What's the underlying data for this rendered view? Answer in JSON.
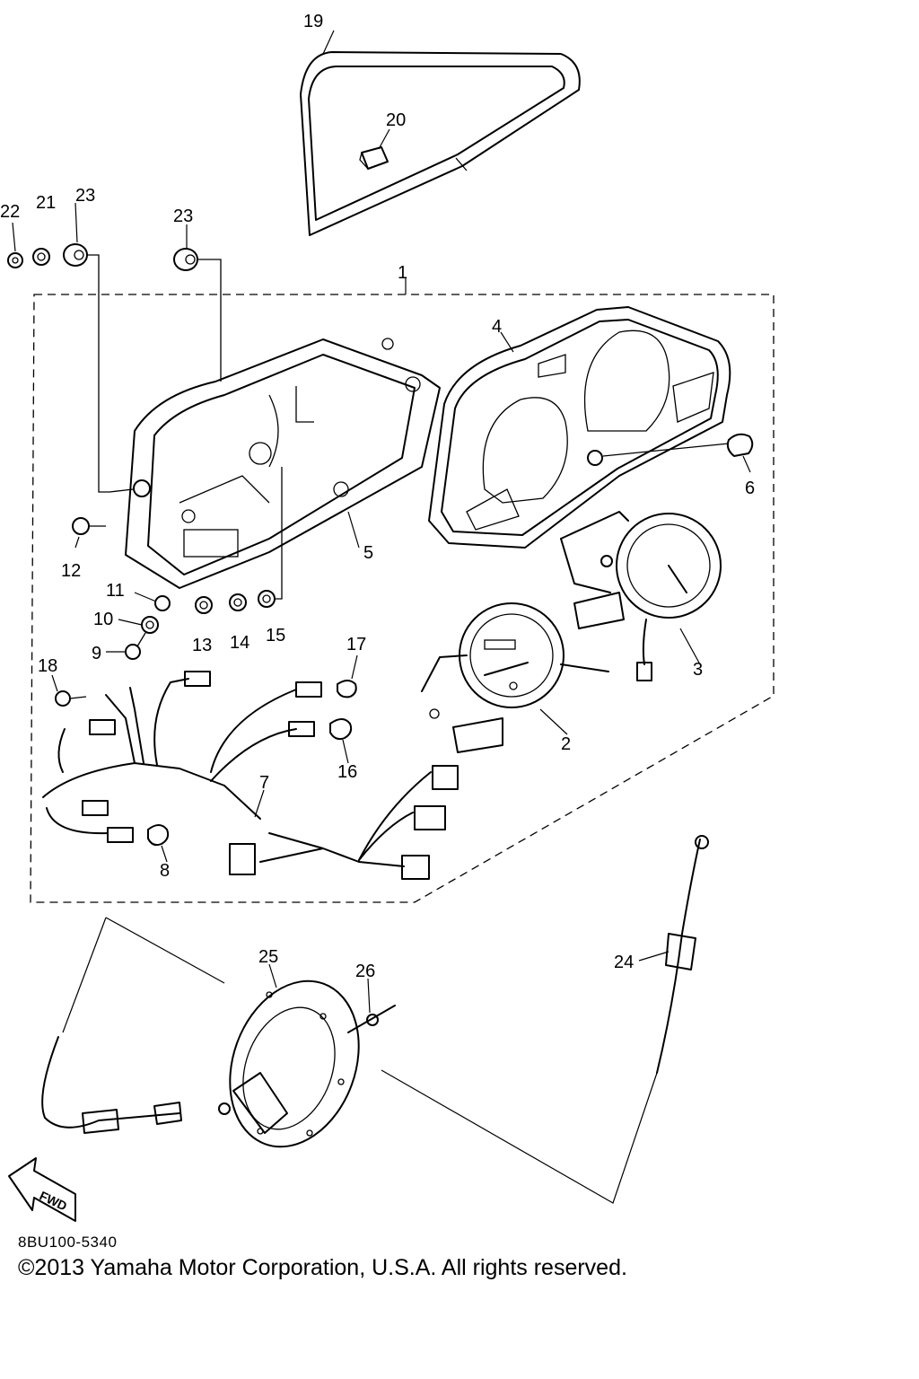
{
  "callouts": [
    {
      "id": "1",
      "label": "1"
    },
    {
      "id": "2",
      "label": "2"
    },
    {
      "id": "3",
      "label": "3"
    },
    {
      "id": "4",
      "label": "4"
    },
    {
      "id": "5",
      "label": "5"
    },
    {
      "id": "6",
      "label": "6"
    },
    {
      "id": "7",
      "label": "7"
    },
    {
      "id": "8",
      "label": "8"
    },
    {
      "id": "9",
      "label": "9"
    },
    {
      "id": "10",
      "label": "10"
    },
    {
      "id": "11",
      "label": "11"
    },
    {
      "id": "12",
      "label": "12"
    },
    {
      "id": "13",
      "label": "13"
    },
    {
      "id": "14",
      "label": "14"
    },
    {
      "id": "15",
      "label": "15"
    },
    {
      "id": "16",
      "label": "16"
    },
    {
      "id": "17",
      "label": "17"
    },
    {
      "id": "18",
      "label": "18"
    },
    {
      "id": "19",
      "label": "19"
    },
    {
      "id": "20",
      "label": "20"
    },
    {
      "id": "21",
      "label": "21"
    },
    {
      "id": "22",
      "label": "22"
    },
    {
      "id": "23a",
      "label": "23"
    },
    {
      "id": "23b",
      "label": "23"
    },
    {
      "id": "24",
      "label": "24"
    },
    {
      "id": "25",
      "label": "25"
    },
    {
      "id": "26",
      "label": "26"
    }
  ],
  "direction_arrow": {
    "label": "FWD"
  },
  "footer": {
    "part_code": "8BU100-5340",
    "copyright": "©2013 Yamaha Motor Corporation, U.S.A. All rights reserved."
  }
}
